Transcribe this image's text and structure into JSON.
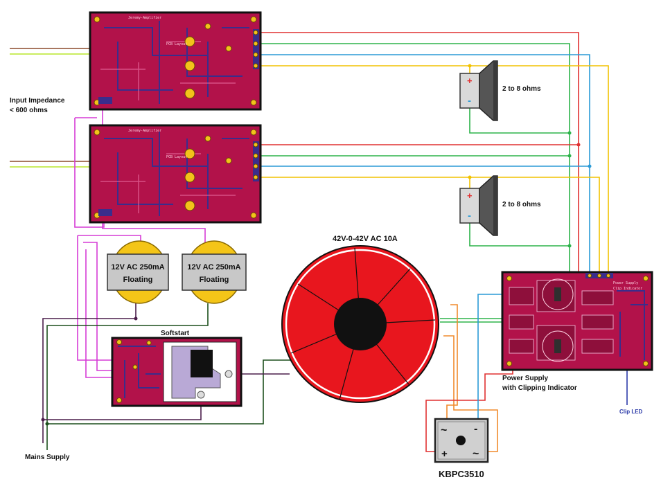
{
  "labels": {
    "input_impedance_1": "Input Impedance",
    "input_impedance_2": "< 600 ohms",
    "speaker_1": "2 to 8 ohms",
    "speaker_2": "2 to 8 ohms",
    "transformer_main": "42V-0-42V AC 10A",
    "small_xfmr_1_line1": "12V AC 250mA",
    "small_xfmr_1_line2": "Floating",
    "small_xfmr_2_line1": "12V AC 250mA",
    "small_xfmr_2_line2": "Floating",
    "softstart": "Softstart",
    "power_supply_1": "Power Supply",
    "power_supply_2": "with Clipping Indicator",
    "clip_led": "Clip LED",
    "mains_supply": "Mains Supply",
    "bridge": "KBPC3510",
    "bridge_tl": "~",
    "bridge_tr": "-",
    "bridge_bl": "+",
    "bridge_br": "~",
    "speaker_plus": "+",
    "speaker_minus": "-"
  },
  "colors": {
    "wire_red": "#e03030",
    "wire_green": "#2db34a",
    "wire_blue": "#2a9ad6",
    "wire_yellow": "#f2c200",
    "wire_magenta": "#d63bd6",
    "wire_brown": "#8b4a2b",
    "wire_lime": "#b9e62a",
    "wire_orange": "#f08a2c",
    "wire_darkgreen": "#1c4f1c",
    "wire_purple": "#4a1d4a",
    "toroid_red": "#e8161e",
    "pcb_red": "#b2124a",
    "clip_led_text": "#2b3aa8"
  }
}
